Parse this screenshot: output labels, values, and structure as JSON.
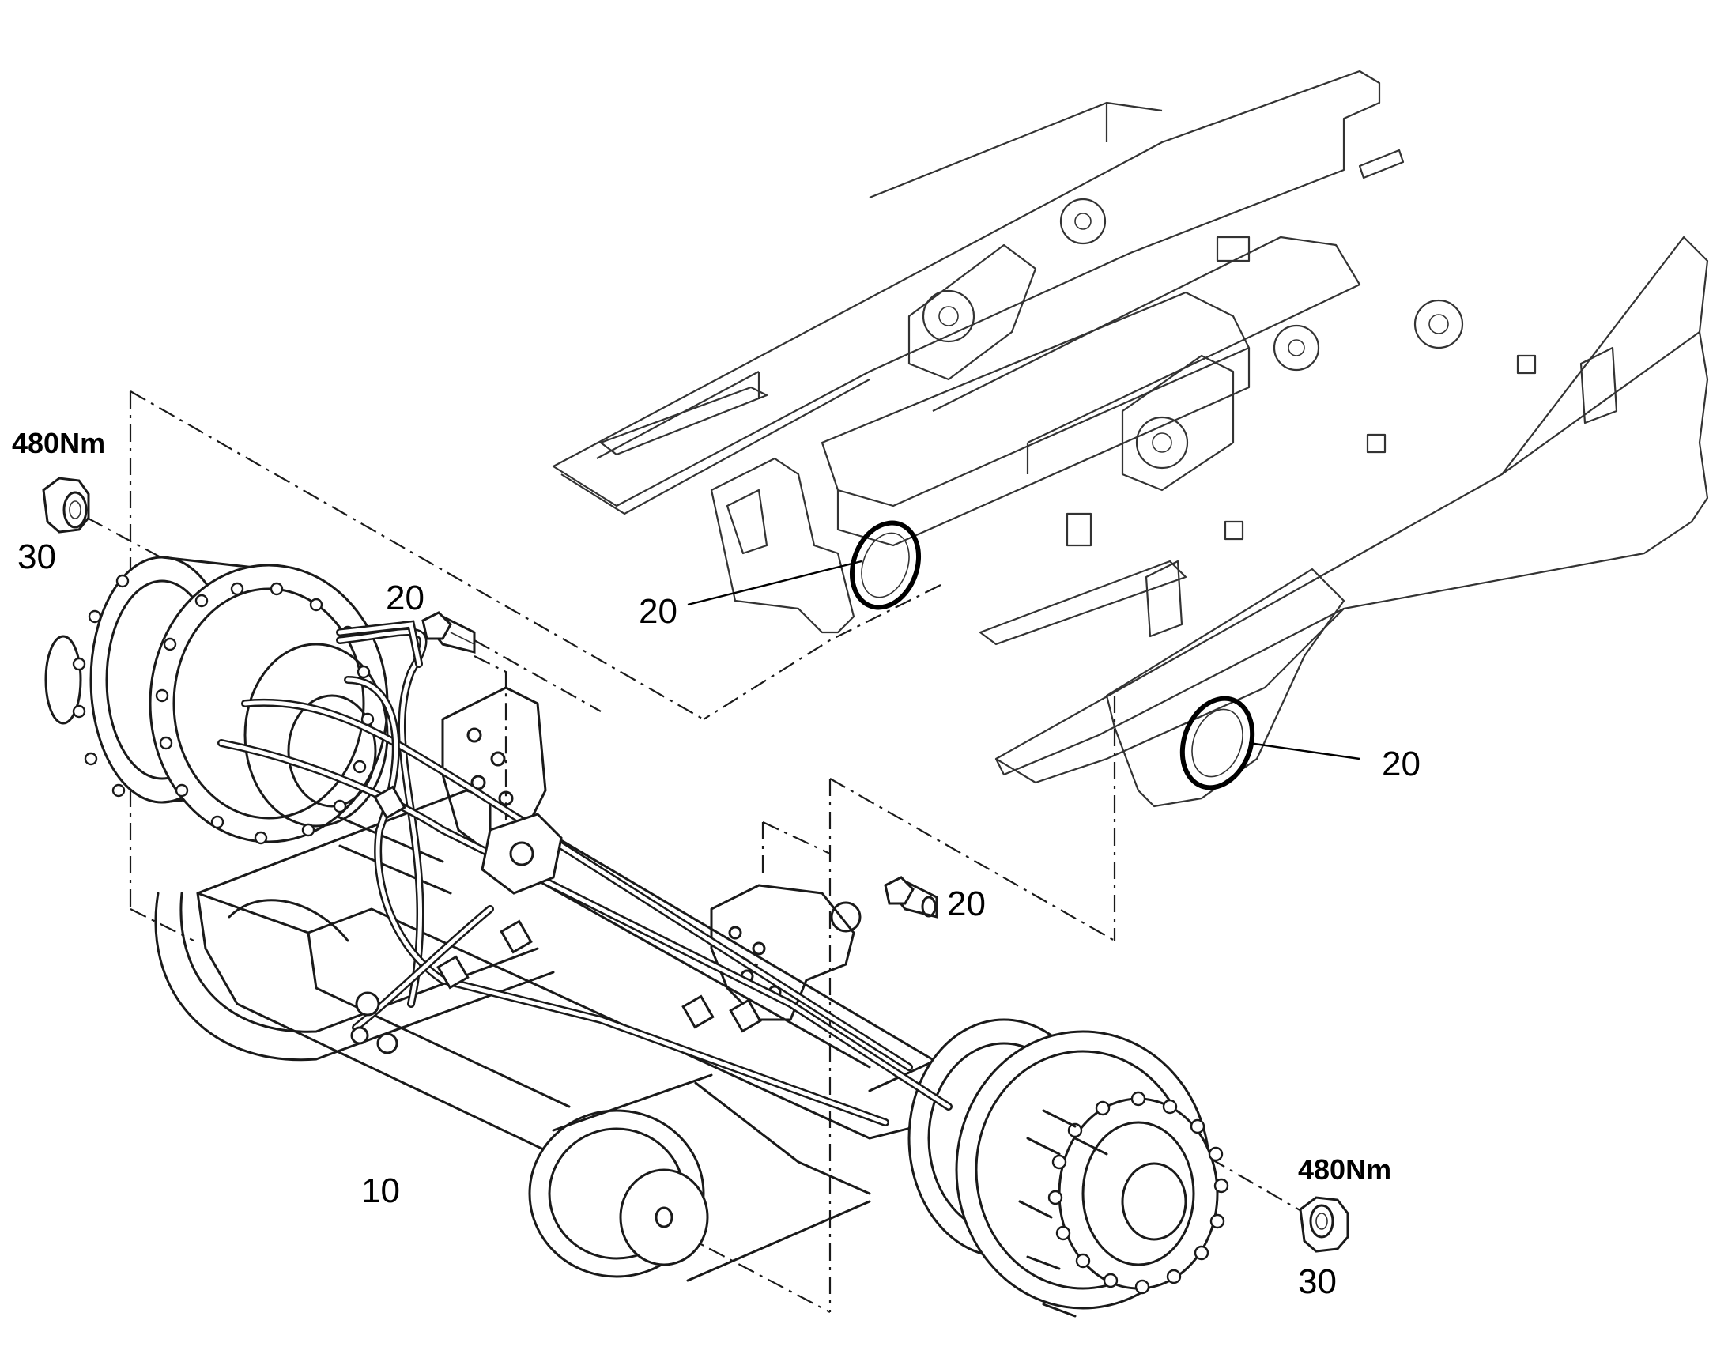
{
  "callouts": {
    "torque_left": "480Nm",
    "nut_left": "30",
    "bolt_upper": "20",
    "bushing_frame_left": "20",
    "bushing_frame_right": "20",
    "bolt_lower": "20",
    "axle": "10",
    "torque_right": "480Nm",
    "nut_right": "30"
  },
  "icons": {
    "wheel_nut": "hex-nut-icon",
    "mounting_bolt": "hex-bolt-icon",
    "bushing": "bushing-ring-icon"
  }
}
